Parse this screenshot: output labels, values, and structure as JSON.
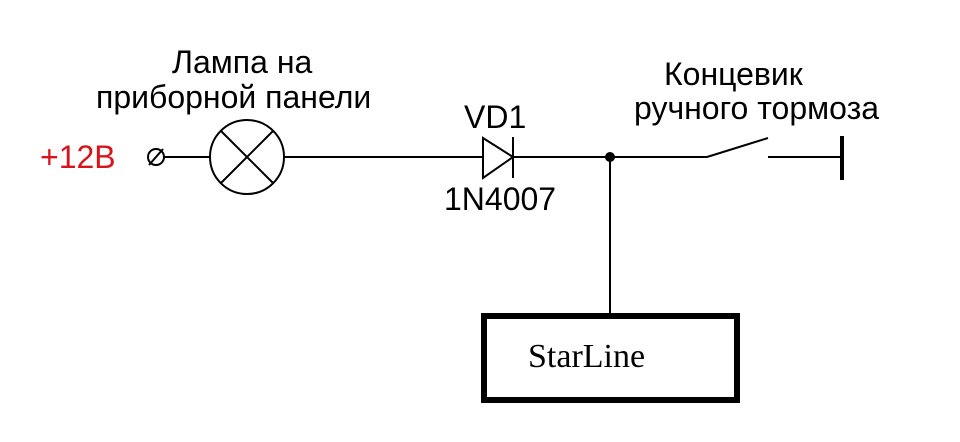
{
  "diagram": {
    "supply": {
      "label": "+12B",
      "color": "#d8141b"
    },
    "lamp": {
      "label_line1": "Лампа на",
      "label_line2": "приборной панели"
    },
    "diode": {
      "designator": "VD1",
      "part": "1N4007"
    },
    "switch": {
      "label_line1": "Концевик",
      "label_line2": "ручного тормоза"
    },
    "module": {
      "label": "StarLine"
    }
  }
}
